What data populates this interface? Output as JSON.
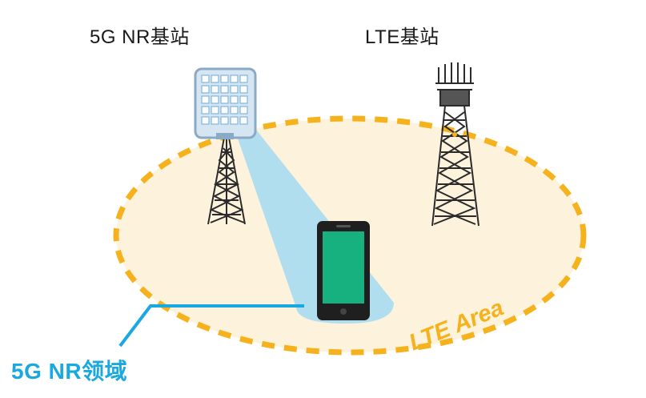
{
  "nr_station": {
    "title": "5G NR基站"
  },
  "lte_station": {
    "title": "LTE基站"
  },
  "lte_area": {
    "label": "LTE Area"
  },
  "nr_area": {
    "label": "5G NR领域"
  },
  "colors": {
    "lte_area_fill": "#fdf2dc",
    "lte_area_border": "#f5b21c",
    "lte_area_text": "#f5b21c",
    "nr_beam": "#a9dcef",
    "nr_label": "#1aa8e0",
    "phone_screen": "#17b07f",
    "phone_body": "#1f1f1f",
    "tower": "#2b2b2b"
  }
}
